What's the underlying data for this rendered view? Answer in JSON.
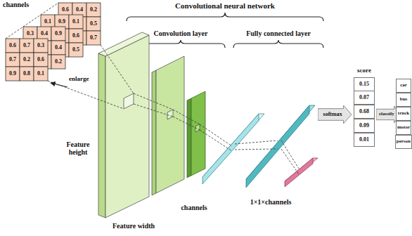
{
  "diagram": {
    "nodes": [
      {
        "text": [
          "softmax"
        ]
      },
      {
        "text": [
          "score"
        ]
      },
      {
        "text": [
          "0.15"
        ],
        "in": 1
      },
      {
        "text": [
          "0.07"
        ],
        "in": 1
      },
      {
        "text": [
          "0.68"
        ],
        "in": 1
      },
      {
        "text": [
          "0.09"
        ],
        "in": 1
      },
      {
        "text": [
          "0.01"
        ],
        "in": 1
      },
      {
        "text": [
          "classify"
        ]
      },
      {
        "text": [
          "car"
        ]
      },
      {
        "text": [
          "bus"
        ]
      },
      {
        "text": [
          "truck"
        ]
      },
      {
        "text": [
          "motor"
        ]
      },
      {
        "text": [
          "person"
        ]
      }
    ],
    "labels": [
      "channels",
      "0.6",
      "0.4",
      "0.2",
      "0.1",
      "0.9",
      "0.1",
      "0.5",
      "0.3",
      "0.4",
      "0.9",
      "0.6",
      "0.7",
      "0.6",
      "0.7",
      "0.3",
      "0.4",
      "0.5",
      "0.7",
      "0.2",
      "0.6",
      "0.2",
      "0.9",
      "0.8",
      "0.1",
      "Convolutional neural network",
      "Convolution layer",
      "Fully connected layer",
      "enlarge",
      "Feature height",
      "Feature width",
      "channels",
      "1×1×channels"
    ]
  }
}
